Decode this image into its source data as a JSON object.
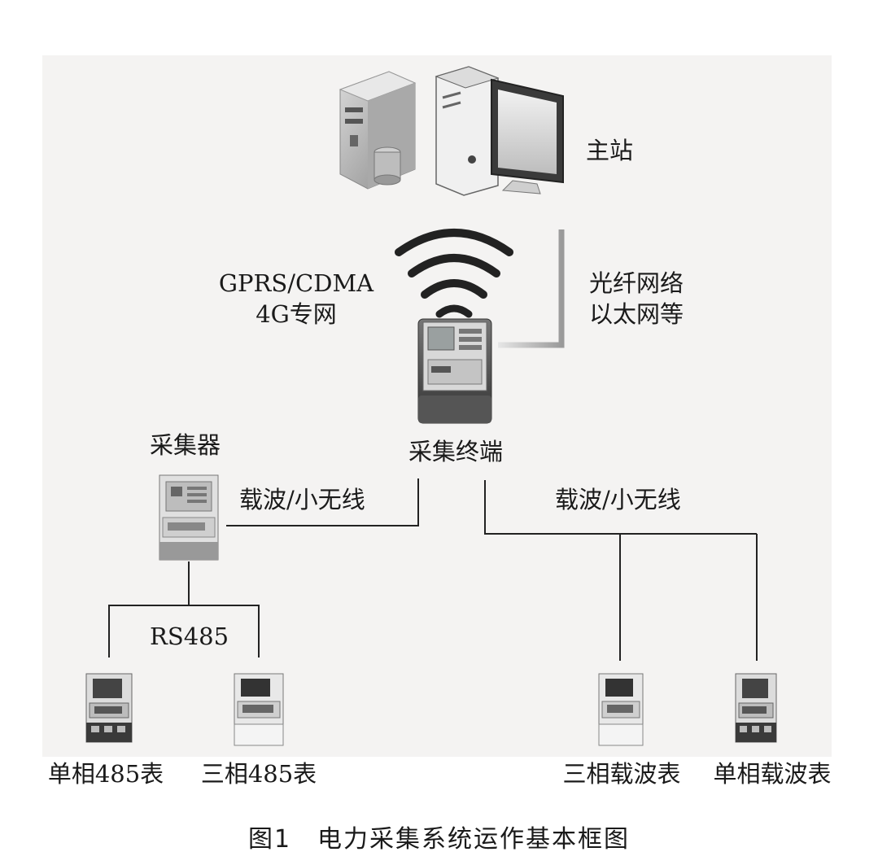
{
  "labels": {
    "master_station": "主站",
    "gprs_line1": "GPRS/CDMA",
    "gprs_line2": "4G专网",
    "fiber_line1": "光纤网络",
    "fiber_line2": "以太网等",
    "terminal": "采集终端",
    "collector": "采集器",
    "left_link": "载波/小无线",
    "right_link": "载波/小无线",
    "rs485": "RS485",
    "meter_1": "单相485表",
    "meter_2": "三相485表",
    "meter_3": "三相载波表",
    "meter_4": "单相载波表"
  },
  "caption": "图1　电力采集系统运作基本框图"
}
